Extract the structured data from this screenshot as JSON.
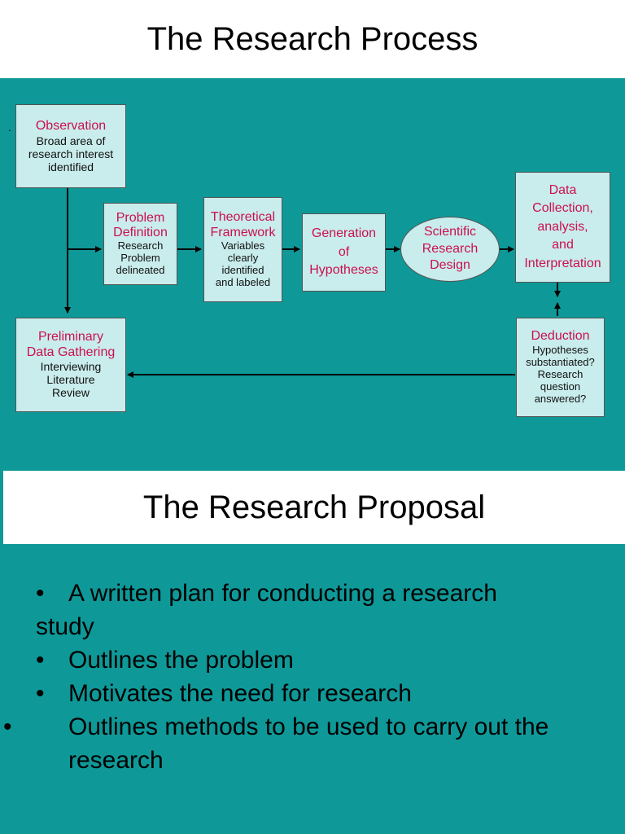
{
  "header": {
    "title": "The Research Process"
  },
  "diagram": {
    "stray_mark": ".",
    "observation": {
      "title": "Observation",
      "body": [
        "Broad area of",
        "research interest",
        "identified"
      ]
    },
    "problem_definition": {
      "title": [
        "Problem",
        "Definition"
      ],
      "body": [
        "Research",
        "Problem",
        "delineated"
      ]
    },
    "theoretical_framework": {
      "title": [
        "Theoretical",
        "Framework"
      ],
      "body": [
        "Variables",
        "clearly",
        "identified",
        "and labeled"
      ]
    },
    "generation": {
      "title": [
        "Generation",
        "of",
        "Hypotheses"
      ]
    },
    "scientific_design": {
      "title": [
        "Scientific",
        "Research",
        "Design"
      ]
    },
    "data_collection": {
      "title": [
        "Data",
        "Collection,",
        "analysis,",
        "and",
        "Interpretation"
      ]
    },
    "deduction": {
      "title": "Deduction",
      "body": [
        "Hypotheses",
        "substantiated?",
        "Research",
        "question",
        "answered?"
      ]
    },
    "preliminary": {
      "title": [
        "Preliminary",
        "Data Gathering"
      ],
      "body": [
        "Interviewing",
        "Literature",
        "Review"
      ]
    }
  },
  "proposal": {
    "title": "The Research Proposal",
    "bullet_mark": "•",
    "items": [
      {
        "first": "A written plan for conducting a research",
        "rest": "study"
      },
      {
        "text": "Outlines the problem"
      },
      {
        "text": "Motivates the need for research"
      },
      {
        "text": "Outlines methods to be used to carry out the research"
      }
    ]
  },
  "colors": {
    "background": "#0f9898",
    "box_fill": "#c9ecec",
    "heading_text": "#cc1050"
  }
}
